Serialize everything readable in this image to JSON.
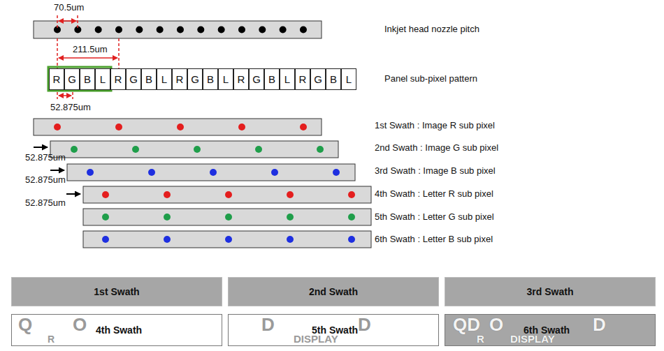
{
  "diagram": {
    "nodes": [
      {
        "text": [
          "R"
        ]
      },
      {
        "text": [
          "G"
        ]
      },
      {
        "text": [
          "B"
        ]
      },
      {
        "text": [
          "L"
        ]
      },
      {
        "text": [
          "R"
        ]
      },
      {
        "text": [
          "G"
        ]
      },
      {
        "text": [
          "B"
        ]
      },
      {
        "text": [
          "L"
        ]
      },
      {
        "text": [
          "R"
        ]
      },
      {
        "text": [
          "G"
        ]
      },
      {
        "text": [
          "B"
        ]
      },
      {
        "text": [
          "L"
        ]
      },
      {
        "text": [
          "R"
        ]
      },
      {
        "text": [
          "G"
        ]
      },
      {
        "text": [
          "B"
        ]
      },
      {
        "text": [
          "L"
        ]
      },
      {
        "text": [
          "R"
        ]
      },
      {
        "text": [
          "G"
        ]
      },
      {
        "text": [
          "B"
        ]
      },
      {
        "text": [
          "L"
        ]
      },
      {
        "text": [
          "1st Swath"
        ]
      },
      {
        "text": [
          "2nd Swath"
        ]
      },
      {
        "text": [
          "3rd Swath"
        ]
      },
      {
        "text": [
          "4th Swath"
        ]
      },
      {
        "text": [
          "5th Swath"
        ]
      },
      {
        "text": [
          "6th Swath"
        ]
      }
    ],
    "labels": [
      "70.5um",
      "211.5um",
      "52.875um",
      "Inkjet head nozzle pitch",
      "Panel sub-pixel pattern",
      "1st Swath : Image R sub pixel",
      "2nd Swath : Image G sub pixel",
      "3rd Swath : Image B sub pixel",
      "4th Swath : Letter R sub pixel",
      "5th Swath : Letter G sub pixel",
      "6th Swath : Letter B sub pixel",
      "52.875um",
      "52.875um",
      "52.875um",
      "Q",
      "O",
      "R",
      "D",
      "D",
      "DISPLAY",
      "QD",
      "O",
      "D",
      "R",
      "DISPLAY"
    ]
  }
}
